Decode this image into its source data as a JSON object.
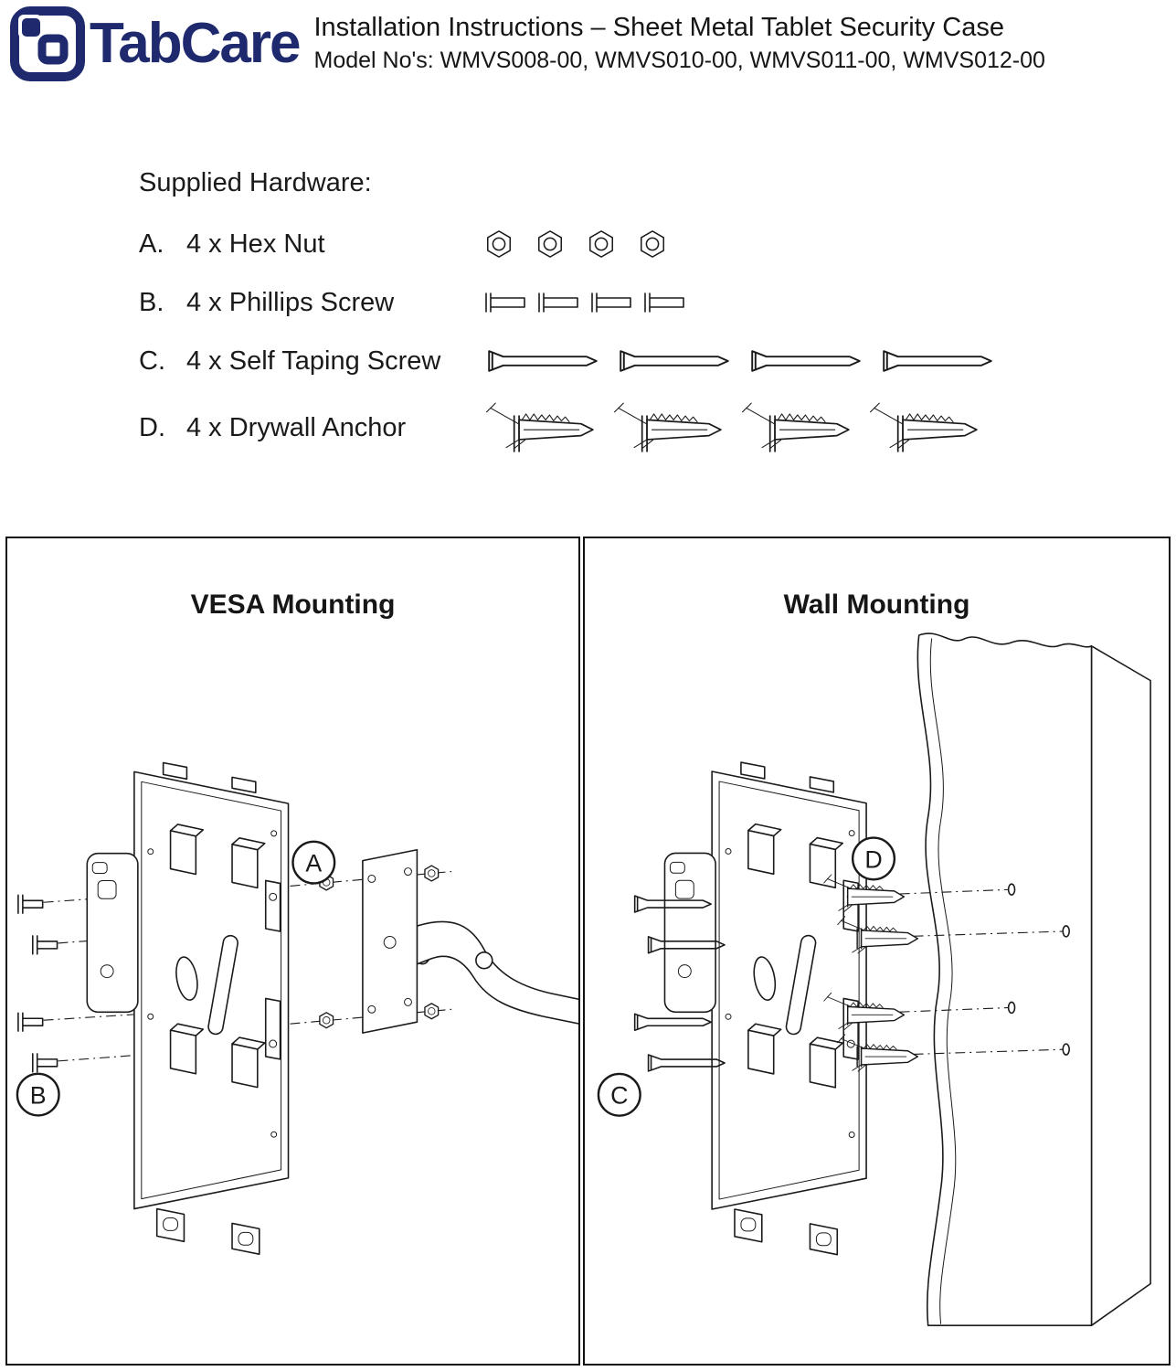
{
  "header": {
    "brand": "TabCare",
    "title": "Installation Instructions – Sheet Metal Tablet Security Case",
    "models": "Model No's: WMVS008-00, WMVS010-00, WMVS011-00, WMVS012-00"
  },
  "hardware": {
    "heading": "Supplied Hardware:",
    "items": [
      {
        "letter": "A.",
        "label": "4 x Hex Nut",
        "icon": "hex-nut-icon",
        "count": 4
      },
      {
        "letter": "B.",
        "label": "4 x Phillips Screw",
        "icon": "phillips-screw-icon",
        "count": 4
      },
      {
        "letter": "C.",
        "label": "4 x Self Taping Screw",
        "icon": "self-taping-screw-icon",
        "count": 4
      },
      {
        "letter": "D.",
        "label": "4 x Drywall Anchor",
        "icon": "drywall-anchor-icon",
        "count": 4
      }
    ]
  },
  "diagrams": {
    "vesa": {
      "title": "VESA Mounting",
      "callout_top": "A",
      "callout_bottom": "B"
    },
    "wall": {
      "title": "Wall Mounting",
      "callout_top": "D",
      "callout_bottom": "C"
    }
  },
  "colors": {
    "brand_navy": "#1e2a6d",
    "line": "#1a1a1a"
  }
}
